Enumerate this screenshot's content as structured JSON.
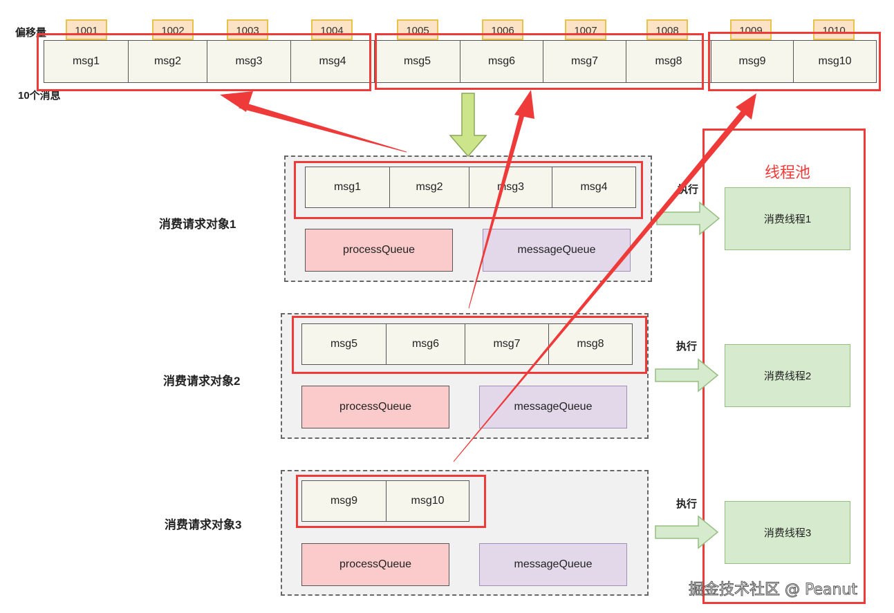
{
  "top": {
    "offset_label": "偏移量",
    "messages_label": "10个消息",
    "offsets": [
      "1001",
      "1002",
      "1003",
      "1004",
      "1005",
      "1006",
      "1007",
      "1008",
      "1009",
      "1010"
    ],
    "messages": [
      "msg1",
      "msg2",
      "msg3",
      "msg4",
      "msg5",
      "msg6",
      "msg7",
      "msg8",
      "msg9",
      "msg10"
    ]
  },
  "requests": [
    {
      "label": "消费请求对象1",
      "messages": [
        "msg1",
        "msg2",
        "msg3",
        "msg4"
      ],
      "process_queue": "processQueue",
      "message_queue": "messageQueue",
      "exec": "执行"
    },
    {
      "label": "消费请求对象2",
      "messages": [
        "msg5",
        "msg6",
        "msg7",
        "msg8"
      ],
      "process_queue": "processQueue",
      "message_queue": "messageQueue",
      "exec": "执行"
    },
    {
      "label": "消费请求对象3",
      "messages": [
        "msg9",
        "msg10"
      ],
      "process_queue": "processQueue",
      "message_queue": "messageQueue",
      "exec": "执行"
    }
  ],
  "thread_pool": {
    "title": "线程池",
    "threads": [
      "消费线程1",
      "消费线程2",
      "消费线程3"
    ]
  },
  "watermark": "掘金技术社区 @ Peanut",
  "colors": {
    "highlight_red": "#ef3a3a",
    "offset_fill": "#fde3c6",
    "msg_fill": "#f7f6ec",
    "process_queue_fill": "#fbcaca",
    "message_queue_fill": "#e2d8ea",
    "thread_fill": "#d6eacd",
    "down_arrow_fill": "#cde58a"
  }
}
